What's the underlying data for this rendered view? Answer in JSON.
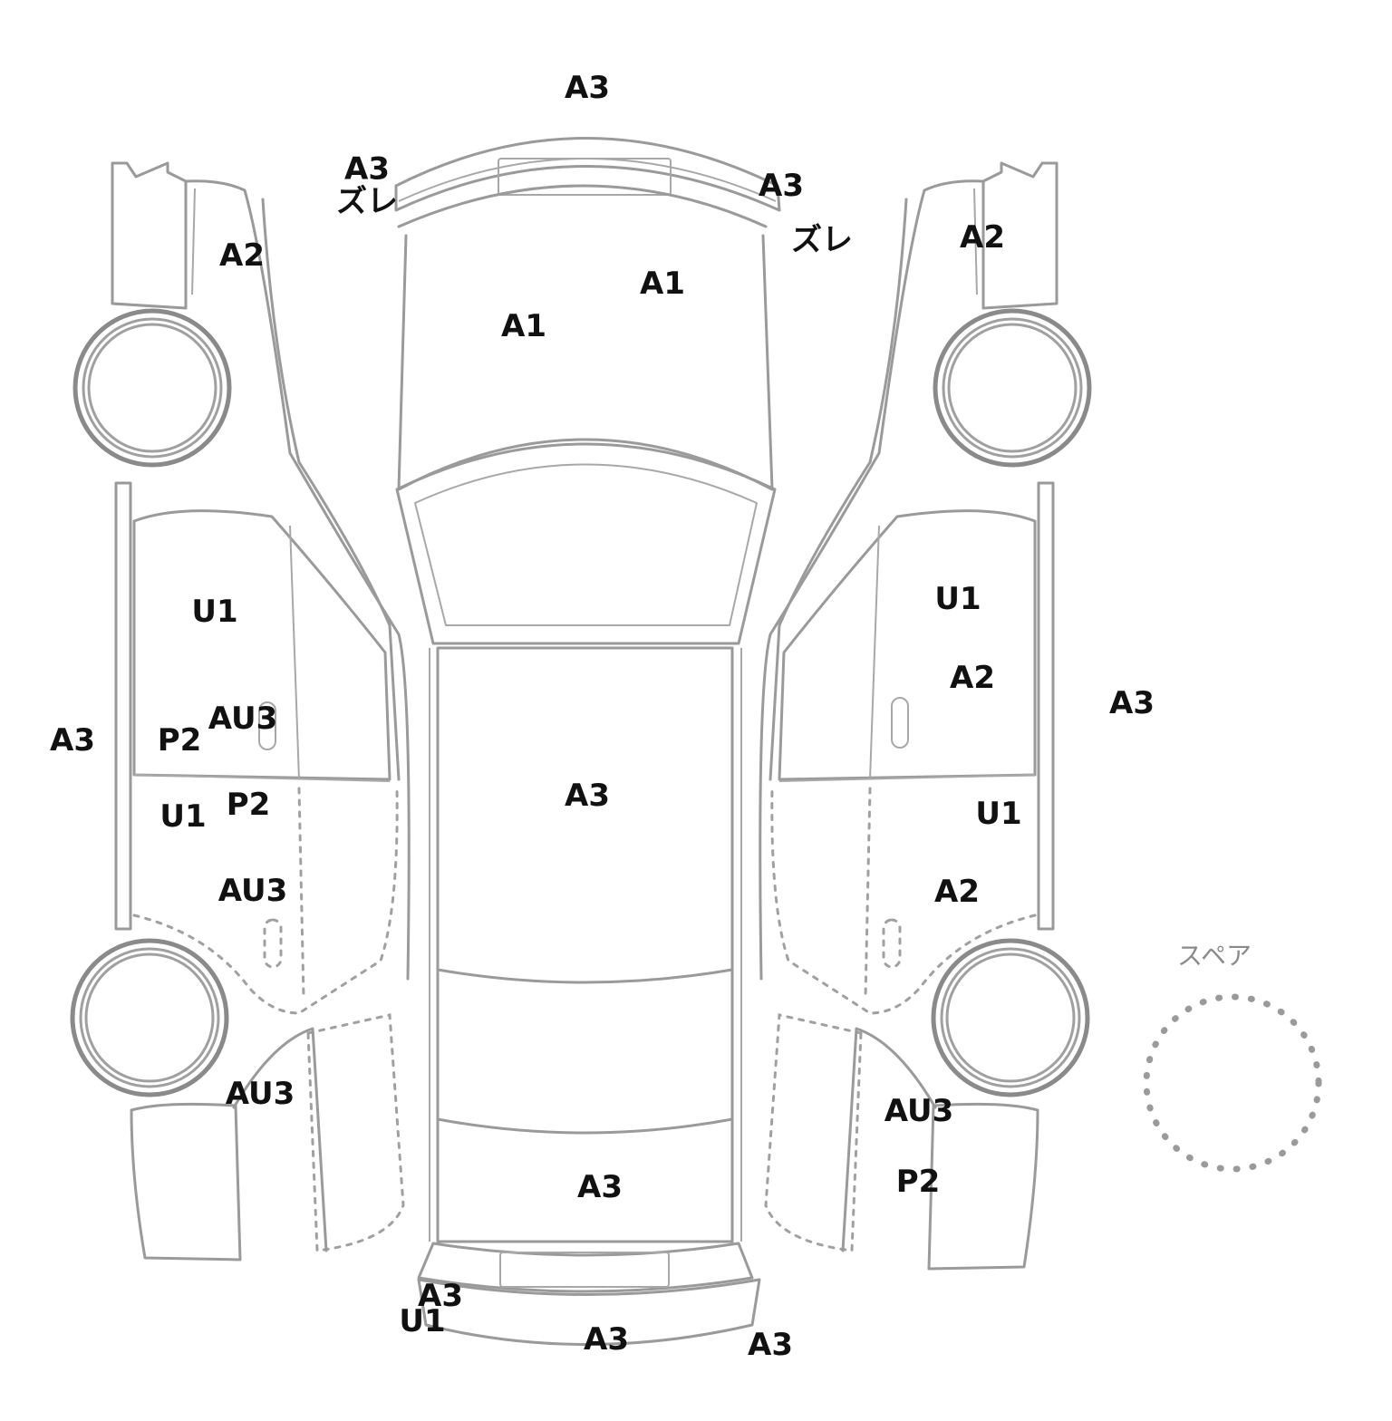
{
  "spare_label": "スペア",
  "marks": [
    {
      "id": "roof-front",
      "text": "A3"
    },
    {
      "id": "bumper-front-left",
      "text": "A3\nズレ"
    },
    {
      "id": "bumper-front-right-a3",
      "text": "A3"
    },
    {
      "id": "bumper-front-right-zure",
      "text": "ズレ"
    },
    {
      "id": "fender-left",
      "text": "A2"
    },
    {
      "id": "fender-right",
      "text": "A2"
    },
    {
      "id": "hood-right",
      "text": "A1"
    },
    {
      "id": "hood-left",
      "text": "A1"
    },
    {
      "id": "front-door-left-u1",
      "text": "U1"
    },
    {
      "id": "front-door-right-u1",
      "text": "U1"
    },
    {
      "id": "front-door-right-a2",
      "text": "A2"
    },
    {
      "id": "side-right-a3",
      "text": "A3"
    },
    {
      "id": "front-door-left-au3",
      "text": "AU3"
    },
    {
      "id": "side-left-a3",
      "text": "A3"
    },
    {
      "id": "front-door-left-p2",
      "text": "P2"
    },
    {
      "id": "roof-a3",
      "text": "A3"
    },
    {
      "id": "rear-door-left-p2",
      "text": "P2"
    },
    {
      "id": "rear-door-left-u1",
      "text": "U1"
    },
    {
      "id": "rear-door-right-u1",
      "text": "U1"
    },
    {
      "id": "rear-door-left-au3",
      "text": "AU3"
    },
    {
      "id": "rear-door-right-a2",
      "text": "A2"
    },
    {
      "id": "quarter-left-au3",
      "text": "AU3"
    },
    {
      "id": "quarter-right-au3",
      "text": "AU3"
    },
    {
      "id": "quarter-right-p2",
      "text": "P2"
    },
    {
      "id": "trunk-a3",
      "text": "A3"
    },
    {
      "id": "bumper-rear-left-a3",
      "text": "A3"
    },
    {
      "id": "bumper-rear-left-u1",
      "text": "U1"
    },
    {
      "id": "bumper-rear-a3",
      "text": "A3"
    },
    {
      "id": "bumper-rear-right-a3",
      "text": "A3"
    }
  ]
}
